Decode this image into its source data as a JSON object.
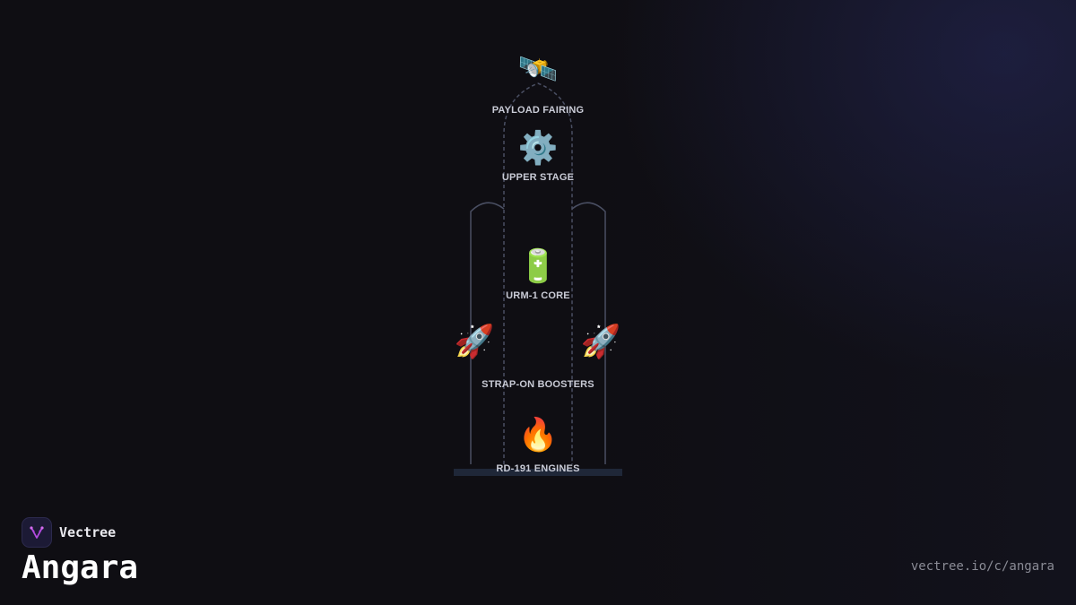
{
  "diagram": {
    "parts": [
      {
        "id": "payload",
        "icon": "satellite-icon",
        "glyph": "🛰️",
        "label": "PAYLOAD FAIRING"
      },
      {
        "id": "upper",
        "icon": "gear-icon",
        "glyph": "⚙️",
        "label": "UPPER STAGE"
      },
      {
        "id": "core",
        "icon": "battery-icon",
        "glyph": "🔋",
        "label": "URM-1 CORE"
      },
      {
        "id": "boosters",
        "icon": "rocket-icon",
        "glyph": "🚀",
        "label": "STRAP-ON BOOSTERS"
      },
      {
        "id": "engines",
        "icon": "fire-icon",
        "glyph": "🔥",
        "label": "RD-191 ENGINES"
      }
    ]
  },
  "brand": {
    "name": "Vectree",
    "logo_icon": "vectree-logo-icon",
    "accent": "#b44be1"
  },
  "page": {
    "title": "Angara",
    "url": "vectree.io/c/angara"
  },
  "colors": {
    "background": "#0f0e13",
    "outline": "#4a4f63",
    "label": "#c9cbd6",
    "base": "#1f2738"
  }
}
